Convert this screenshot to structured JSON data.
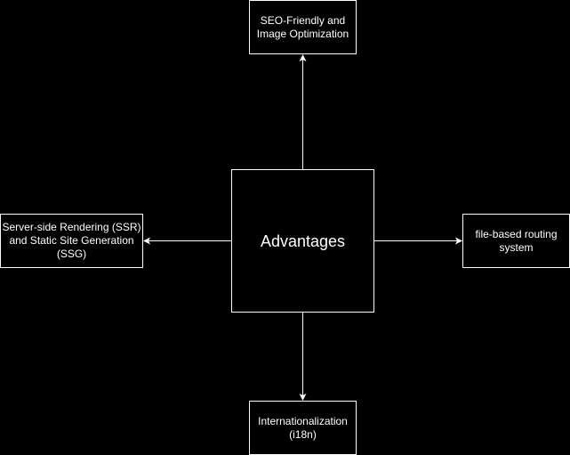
{
  "diagram": {
    "center": {
      "label": "Advantages"
    },
    "nodes": {
      "top": {
        "label": "SEO-Friendly and\nImage Optimization"
      },
      "left": {
        "label": "Server-side Rendering (SSR)\nand Static Site Generation\n(SSG)"
      },
      "right": {
        "label": "file-based routing\nsystem"
      },
      "bottom": {
        "label": "Internationalization\n(i18n)"
      }
    },
    "edges": [
      {
        "from": "Advantages",
        "to": "SEO-Friendly and Image Optimization"
      },
      {
        "from": "Advantages",
        "to": "Server-side Rendering (SSR) and Static Site Generation (SSG)"
      },
      {
        "from": "Advantages",
        "to": "file-based routing system"
      },
      {
        "from": "Advantages",
        "to": "Internationalization (i18n)"
      }
    ],
    "colors": {
      "background": "#000000",
      "stroke": "#ffffff",
      "text": "#ffffff"
    }
  }
}
